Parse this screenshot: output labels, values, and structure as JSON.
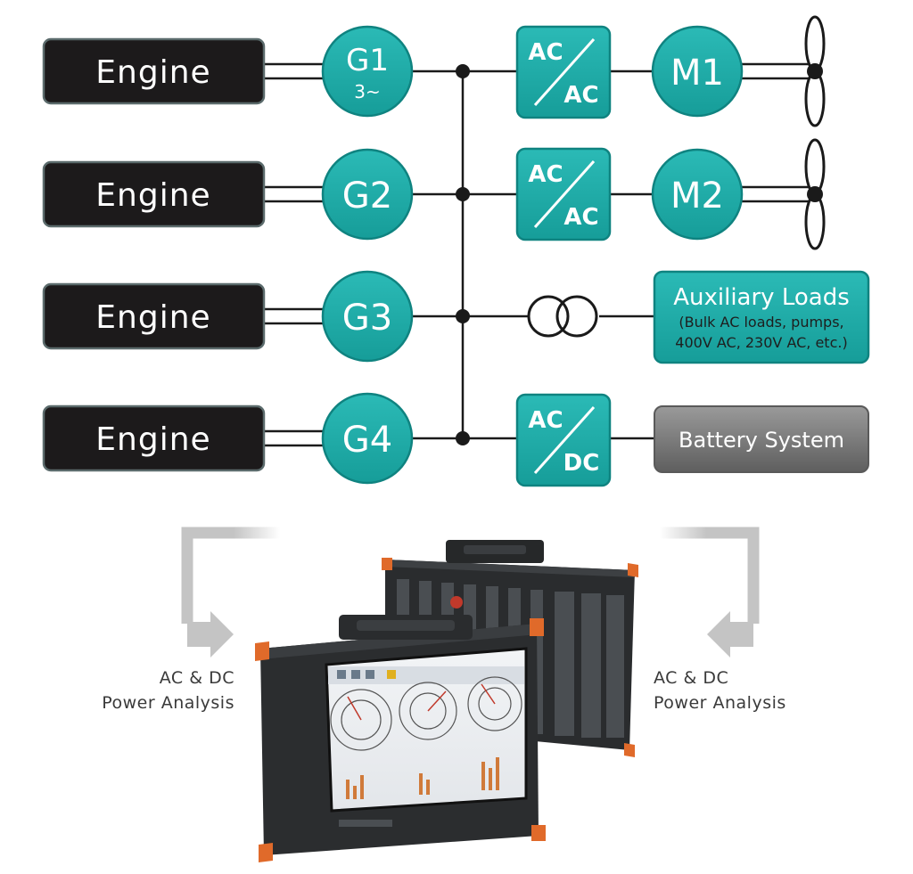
{
  "engines": [
    {
      "label": "Engine"
    },
    {
      "label": "Engine"
    },
    {
      "label": "Engine"
    },
    {
      "label": "Engine"
    }
  ],
  "generators": [
    {
      "label": "G1",
      "sub": "3~"
    },
    {
      "label": "G2"
    },
    {
      "label": "G3"
    },
    {
      "label": "G4"
    }
  ],
  "converters": [
    {
      "top": "AC",
      "bottom": "AC"
    },
    {
      "top": "AC",
      "bottom": "AC"
    },
    {
      "top": "AC",
      "bottom": "DC"
    }
  ],
  "motors": [
    {
      "label": "M1"
    },
    {
      "label": "M2"
    }
  ],
  "auxiliary_loads": {
    "title": "Auxiliary Loads",
    "line1": "(Bulk AC loads, pumps,",
    "line2": "400V AC, 230V AC, etc.)"
  },
  "battery": {
    "label": "Battery System"
  },
  "power_analysis": {
    "left_line1": "AC & DC",
    "left_line2": "Power Analysis",
    "right_line1": "AC & DC",
    "right_line2": "Power Analysis"
  },
  "colors": {
    "teal": "#1aa9a5",
    "teal_border": "#0f8380",
    "engine_fill": "#1c1a1b",
    "engine_border": "#5b6b6c",
    "line": "#1a1a1a",
    "battery": "#7a7a7a",
    "arrow": "#c4c4c4"
  }
}
